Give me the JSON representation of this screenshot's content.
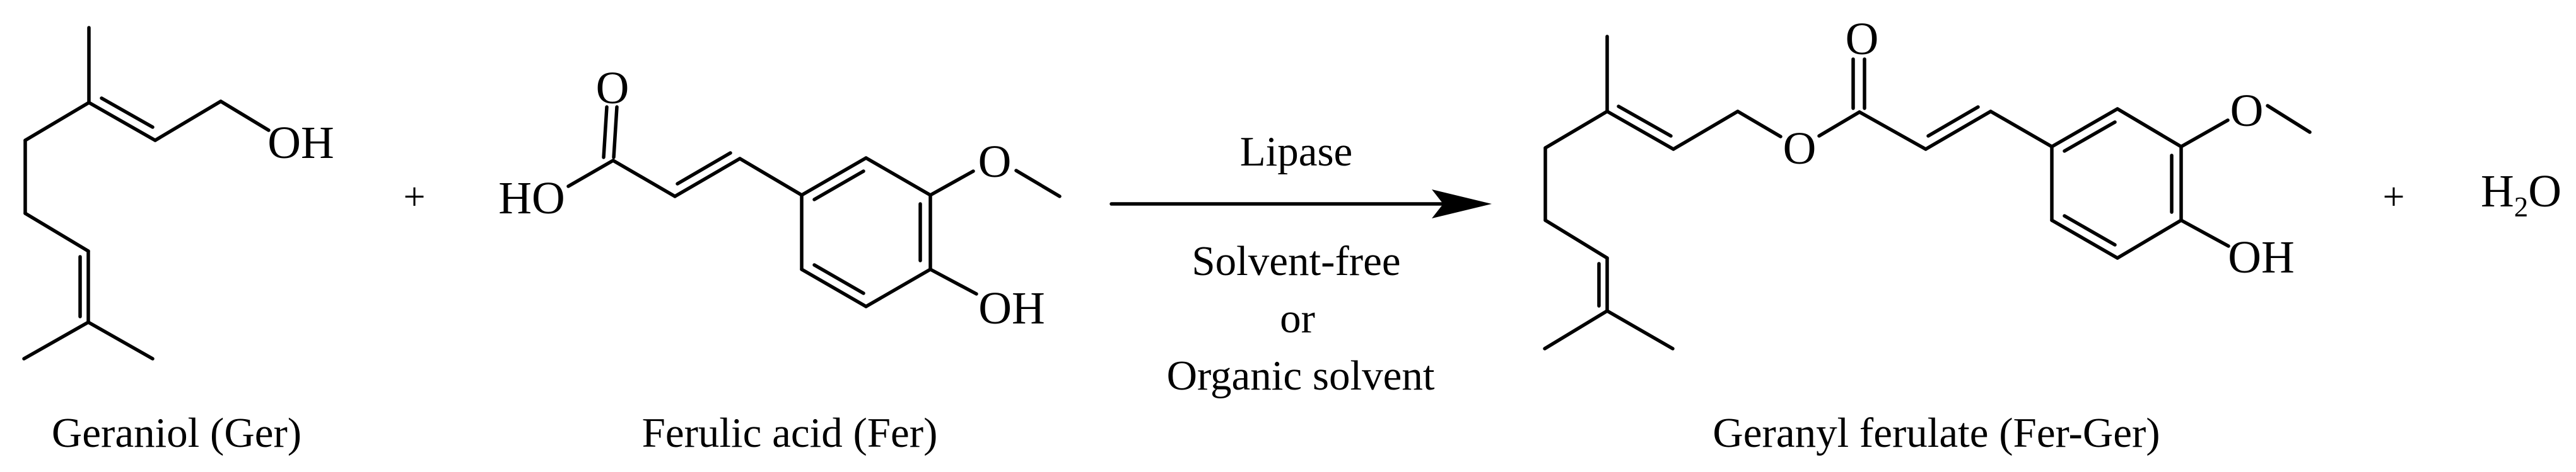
{
  "colors": {
    "ink": "#000000",
    "background": "#ffffff"
  },
  "reactant_1": {
    "label": "Geraniol (Ger)",
    "hydroxyl": "OH"
  },
  "operator_plus_left": "+",
  "reactant_2": {
    "label": "Ferulic acid (Fer)",
    "carbonyl_oxygen": "O",
    "acid_hydroxyl": "HO",
    "methoxy_oxygen": "O",
    "phenol_hydroxyl": "OH"
  },
  "conditions": {
    "above_arrow": "Lipase",
    "below_arrow_line_1": "Solvent-free",
    "below_arrow_line_2": "or",
    "below_arrow_line_3": "Organic solvent"
  },
  "product_1": {
    "label": "Geranyl ferulate (Fer-Ger)",
    "ester_oxygen": "O",
    "carbonyl_oxygen": "O",
    "methoxy_oxygen": "O",
    "phenol_hydroxyl": "OH"
  },
  "operator_plus_right": "+",
  "product_2": {
    "formula_h": "H",
    "formula_subscript": "2",
    "formula_o": "O"
  }
}
